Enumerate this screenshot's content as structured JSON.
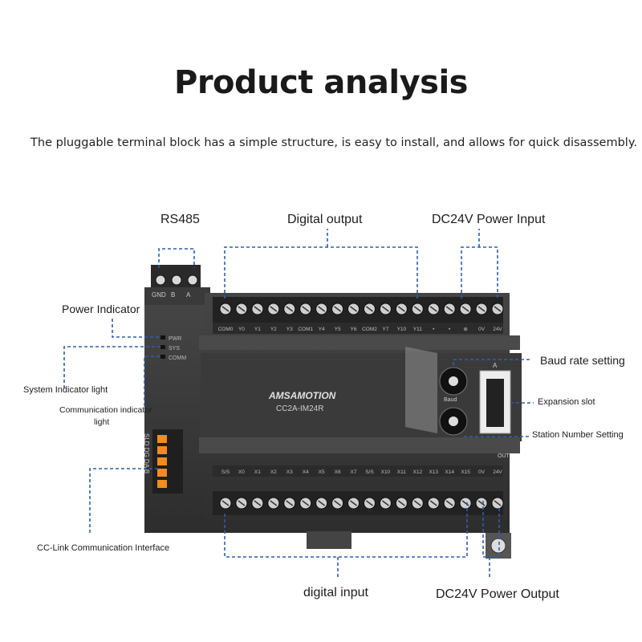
{
  "header": {
    "title": "Product analysis",
    "subtitle": "The pluggable terminal block has a simple structure, is easy to install, and allows for quick disassembly."
  },
  "callouts": {
    "rs485": "RS485",
    "digital_output": "Digital output",
    "dc24v_power_input": "DC24V Power Input",
    "power_indicator": "Power Indicator",
    "baud_rate_setting": "Baud rate setting",
    "expansion_slot": "Expansion slot",
    "station_number_setting": "Station Number Setting",
    "system_indicator_light": "System Indicator light",
    "communication_indicator_light_1": "Communication indicator",
    "communication_indicator_light_2": "light",
    "cclink_interface": "CC-Link Communication Interface",
    "digital_input": "digital input",
    "dc24v_power_output": "DC24V Power Output"
  },
  "device": {
    "brand": "AMSAMOTION",
    "model": "CC2A-IM24R",
    "rs485_pins": [
      "GND",
      "B",
      "A"
    ],
    "indicators": [
      "PWR",
      "SYS",
      "COMM"
    ],
    "output_terminals": [
      "COM0",
      "Y0",
      "Y1",
      "Y2",
      "Y3",
      "COM1",
      "Y4",
      "Y5",
      "Y6",
      "COM2",
      "Y7",
      "Y10",
      "Y11",
      "•",
      "•",
      "⊕",
      "0V",
      "24V"
    ],
    "input_terminals": [
      "S/S",
      "X0",
      "X1",
      "X2",
      "X3",
      "X4",
      "X5",
      "X6",
      "X7",
      "S/S",
      "X10",
      "X11",
      "X12",
      "X13",
      "X14",
      "X15",
      "0V",
      "24V"
    ],
    "switch_label": "Baud",
    "cover_letter": "A",
    "cclink_text": "SLD DG DA B",
    "port_label": "OUT"
  },
  "colors": {
    "device_body": "#3b3b3b",
    "device_dark": "#2b2b2b",
    "callout_line": "#2f5fa8",
    "terminal_connector": "#f28c1c"
  }
}
